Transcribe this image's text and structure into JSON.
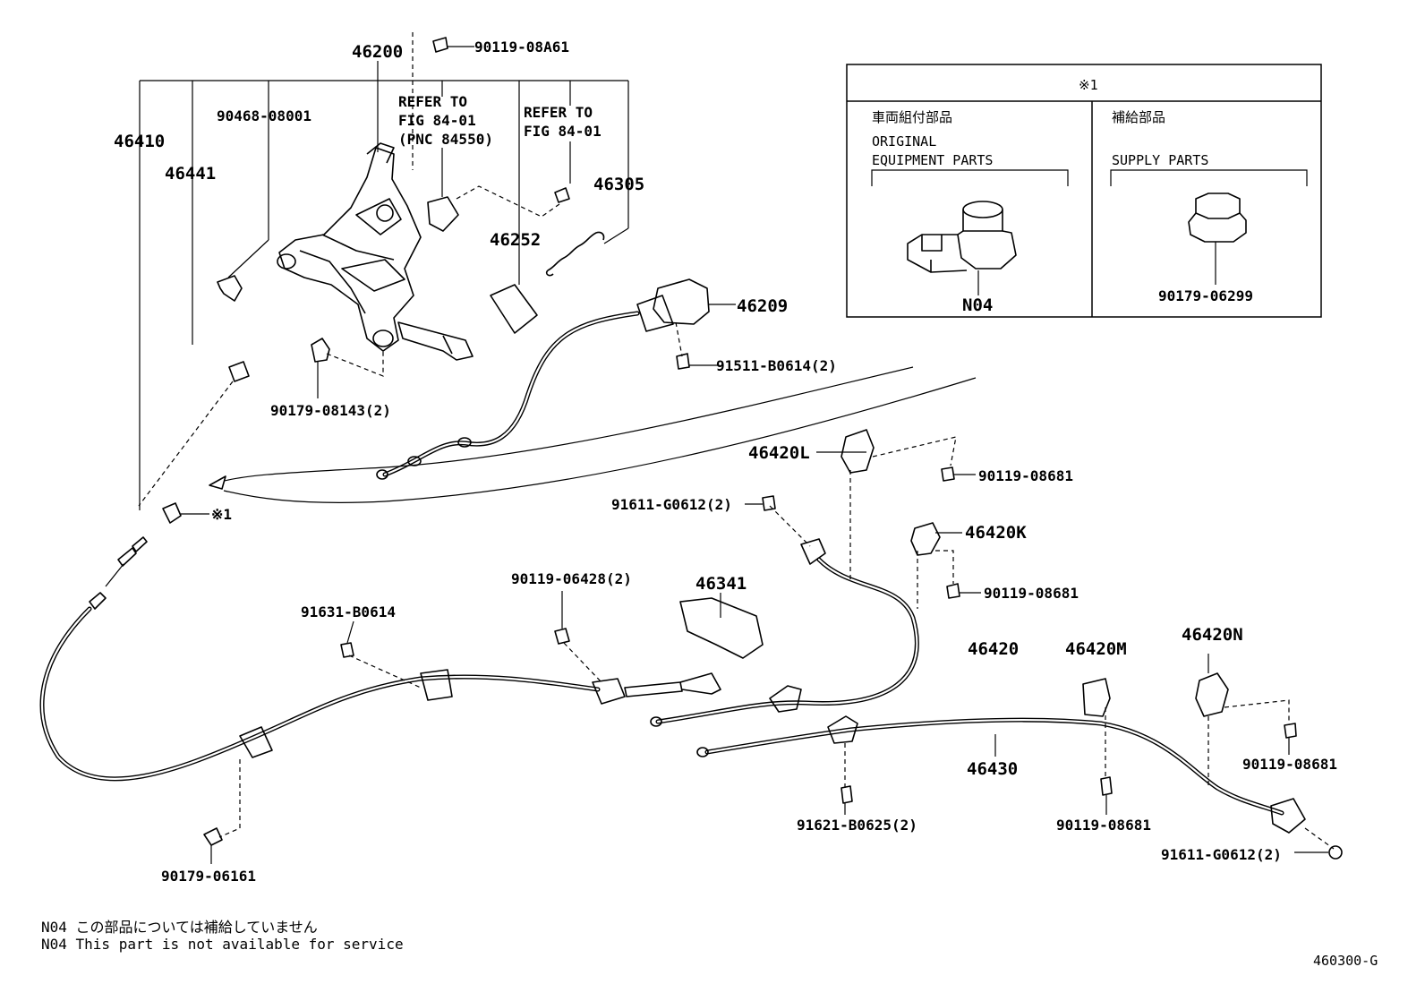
{
  "labels": {
    "p46200": "46200",
    "p90119_08A61": "90119-08A61",
    "p46410": "46410",
    "p46441": "46441",
    "p90468_08001": "90468-08001",
    "refer1_l1": "REFER TO",
    "refer1_l2": "FIG 84-01",
    "refer1_l3": "(PNC 84550)",
    "refer2_l1": "REFER TO",
    "refer2_l2": "FIG 84-01",
    "p46305": "46305",
    "p46252": "46252",
    "p46209": "46209",
    "p91511": "91511-B0614(2)",
    "p90179_08143": "90179-08143(2)",
    "p46420L": "46420L",
    "p90119_08681_a": "90119-08681",
    "p91611_a": "91611-G0612(2)",
    "mark1": "※1",
    "p46420K": "46420K",
    "p90119_08681_b": "90119-08681",
    "p90119_06428": "90119-06428(2)",
    "p46341": "46341",
    "p91631": "91631-B0614",
    "p46420": "46420",
    "p46420M": "46420M",
    "p46420N": "46420N",
    "p90119_08681_c": "90119-08681",
    "p46430": "46430",
    "p91621": "91621-B0625(2)",
    "p90119_08681_d": "90119-08681",
    "p91611_b": "91611-G0612(2)",
    "p90179_06161": "90179-06161"
  },
  "legend_box": {
    "header": "※1",
    "left_jp": "車両組付部品",
    "left_en1": "ORIGINAL",
    "left_en2": "EQUIPMENT PARTS",
    "left_code": "N04",
    "right_jp": "補給部品",
    "right_en": "SUPPLY PARTS",
    "right_code": "90179-06299"
  },
  "notes": {
    "jp": "N04 この部品については補給していません",
    "en": "N04 This part is not available for service"
  },
  "figure_id": "460300-G"
}
